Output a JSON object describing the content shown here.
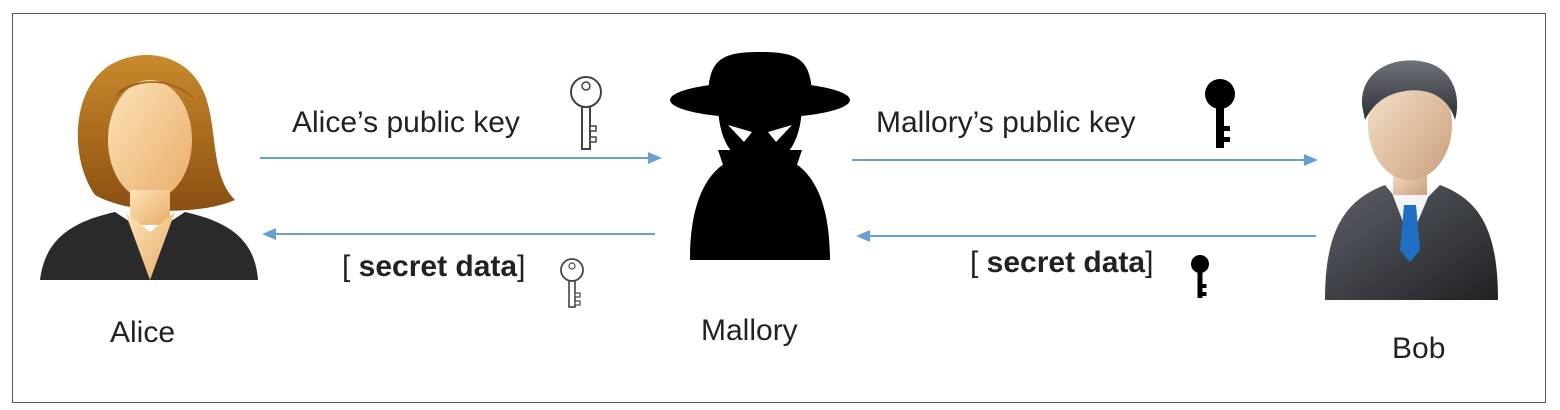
{
  "actors": {
    "alice": "Alice",
    "mallory": "Mallory",
    "bob": "Bob"
  },
  "messages": {
    "alice_to_mallory": "Alice’s public key",
    "mallory_to_bob": "Mallory’s public key",
    "bob_to_mallory": {
      "open": "[ ",
      "bold": "secret data",
      "close": "]"
    },
    "mallory_to_alice": {
      "open": "[ ",
      "bold": "secret data",
      "close": "]"
    }
  },
  "colors": {
    "arrow": "#6b9fd4",
    "border": "#5a5a5a",
    "alice_hair": "#b8741f",
    "skin": "#f3c98f",
    "mallory": "#000000",
    "bob_suit": "#3a3d42",
    "bob_tie": "#1f6fc4"
  },
  "icons": {
    "alice_key": "white-key-icon",
    "mallory_key": "black-key-icon"
  }
}
